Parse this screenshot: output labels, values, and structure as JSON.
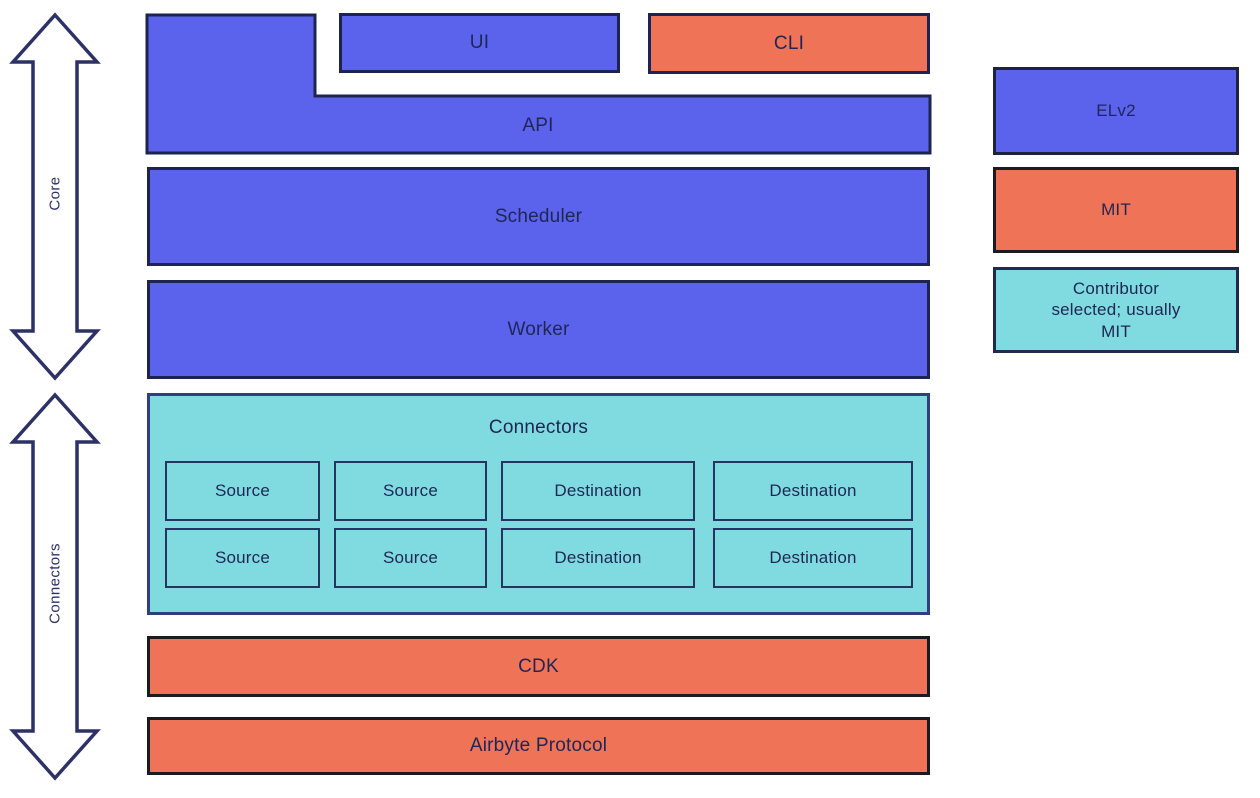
{
  "colors": {
    "blue": "#5b62ec",
    "orange": "#ee7357",
    "teal": "#7fdbe0",
    "navy_border": "#1d2452",
    "black_border": "#1a1a20",
    "teal_container_border": "#30407c",
    "inner_box_border": "#273461",
    "text_navy": "#1f2656",
    "arrow_outline": "#2c3166",
    "background": "#ffffff"
  },
  "arrows": {
    "core": {
      "label": "Core"
    },
    "connectors": {
      "label": "Connectors"
    }
  },
  "blocks": {
    "ui": "UI",
    "cli": "CLI",
    "api": "API",
    "scheduler": "Scheduler",
    "worker": "Worker",
    "connectors_title": "Connectors",
    "cdk": "CDK",
    "protocol": "Airbyte Protocol"
  },
  "connector_boxes": [
    "Source",
    "Source",
    "Destination",
    "Destination",
    "Source",
    "Source",
    "Destination",
    "Destination"
  ],
  "legend": {
    "items": [
      {
        "label": "ELv2",
        "color_key": "blue"
      },
      {
        "label": "MIT",
        "color_key": "orange"
      },
      {
        "label": "Contributor selected; usually MIT",
        "color_key": "teal"
      }
    ]
  }
}
